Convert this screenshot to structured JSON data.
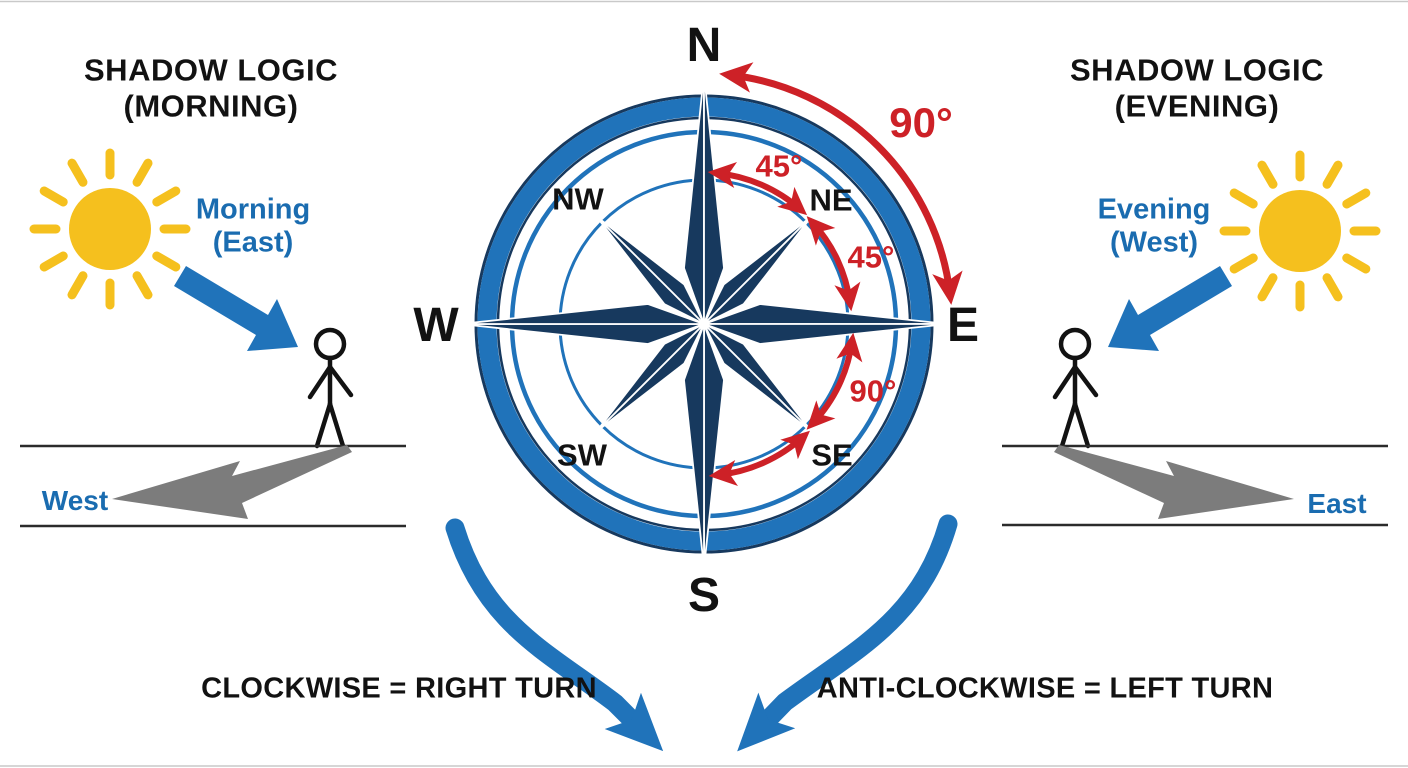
{
  "colors": {
    "blue": "#2073ba",
    "navy": "#17395e",
    "red": "#cd2127",
    "yellow": "#f5c01e",
    "gray": "#7c7c7c",
    "ink": "#121212",
    "text_blue": "#1a6cb0"
  },
  "left_panel": {
    "title_line1": "SHADOW LOGIC",
    "title_line2": "(MORNING)",
    "sun_label_line1": "Morning",
    "sun_label_line2": "(East)",
    "shadow_label": "West"
  },
  "right_panel": {
    "title_line1": "SHADOW LOGIC",
    "title_line2": "(EVENING)",
    "sun_label_line1": "Evening",
    "sun_label_line2": "(West)",
    "shadow_label": "East"
  },
  "compass": {
    "cardinals": {
      "n": "N",
      "e": "E",
      "s": "S",
      "w": "W"
    },
    "intercardinals": {
      "nw": "NW",
      "ne": "NE",
      "sw": "SW",
      "se": "SE"
    },
    "angle_labels": {
      "n_to_e_outer": "90°",
      "n_to_ne": "45°",
      "ne_to_e": "45°",
      "e_to_se": "90°"
    }
  },
  "footer": {
    "clockwise_rule": "CLOCKWISE = RIGHT TURN",
    "anticlockwise_rule": "ANTI-CLOCKWISE = LEFT TURN"
  }
}
